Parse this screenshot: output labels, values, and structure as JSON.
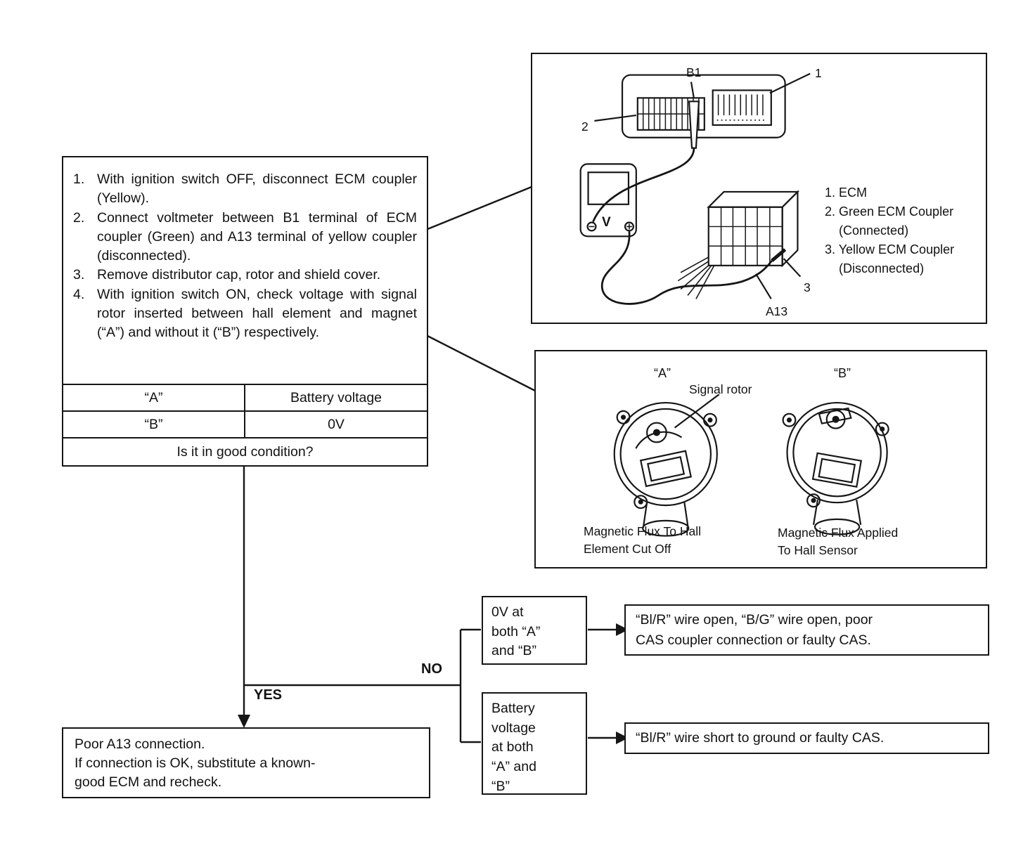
{
  "procedure": {
    "steps": [
      {
        "num": "1.",
        "text": "With ignition switch OFF, disconnect ECM coupler (Yellow)."
      },
      {
        "num": "2.",
        "text": "Connect voltmeter between B1 terminal of ECM coupler (Green) and A13 terminal of yellow coupler (disconnected)."
      },
      {
        "num": "3.",
        "text": "Remove distributor cap, rotor and shield cover."
      },
      {
        "num": "4.",
        "text": "With ignition switch ON, check voltage with signal rotor inserted between hall element and magnet (“A”) and without it (“B”) respectively."
      }
    ],
    "table": {
      "row_a_label": "“A”",
      "row_a_value": "Battery voltage",
      "row_b_label": "“B”",
      "row_b_value": "0V",
      "question": "Is it in good condition?"
    }
  },
  "ecm_figure": {
    "label_b1": "B1",
    "callout_1": "1",
    "callout_2": "2",
    "callout_3": "3",
    "label_a13": "A13",
    "voltmeter_v": "V",
    "legend": "1. ECM\n2. Green ECM Coupler\n    (Connected)\n3. Yellow ECM Coupler\n    (Disconnected)"
  },
  "distributor_figure": {
    "label_a": "“A”",
    "label_b": "“B”",
    "signal_rotor": "Signal rotor",
    "caption_a": "Magnetic Flux To Hall\nElement Cut Off",
    "caption_b": "Magnetic Flux Applied\nTo Hall Sensor"
  },
  "flow": {
    "yes_label": "YES",
    "no_label": "NO",
    "yes_result": "Poor A13 connection.\nIf connection is OK, substitute a known-\ngood ECM and recheck.",
    "branch_0v": "0V at\nboth “A”\nand “B”",
    "branch_battery": "Battery\nvoltage\nat both\n“A” and\n“B”",
    "result_open": "“Bl/R” wire open, “B/G” wire open, poor\nCAS coupler connection or faulty CAS.",
    "result_short": "“Bl/R” wire short to ground or faulty CAS."
  }
}
